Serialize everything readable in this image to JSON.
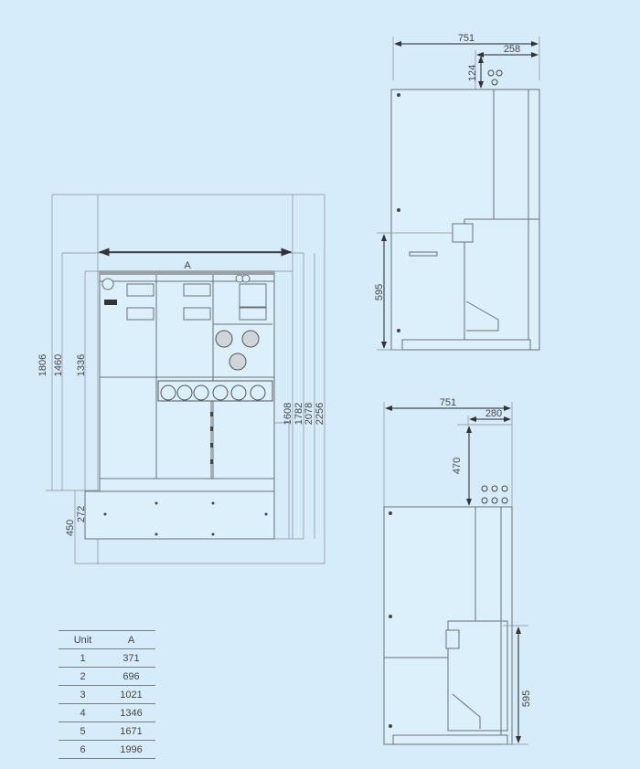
{
  "front_view": {
    "width_label": "A",
    "left_dims": [
      "1806",
      "1460",
      "1336",
      "272",
      "450"
    ],
    "right_dims": [
      "1608",
      "1782",
      "2078",
      "2256"
    ]
  },
  "side_view_top": {
    "dims": [
      "751",
      "258",
      "124",
      "595"
    ]
  },
  "side_view_bottom": {
    "dims": [
      "751",
      "280",
      "470",
      "595"
    ]
  },
  "table": {
    "headers": [
      "Unit",
      "A"
    ],
    "rows": [
      [
        "1",
        "371"
      ],
      [
        "2",
        "696"
      ],
      [
        "3",
        "1021"
      ],
      [
        "4",
        "1346"
      ],
      [
        "5",
        "1671"
      ],
      [
        "6",
        "1996"
      ]
    ]
  }
}
